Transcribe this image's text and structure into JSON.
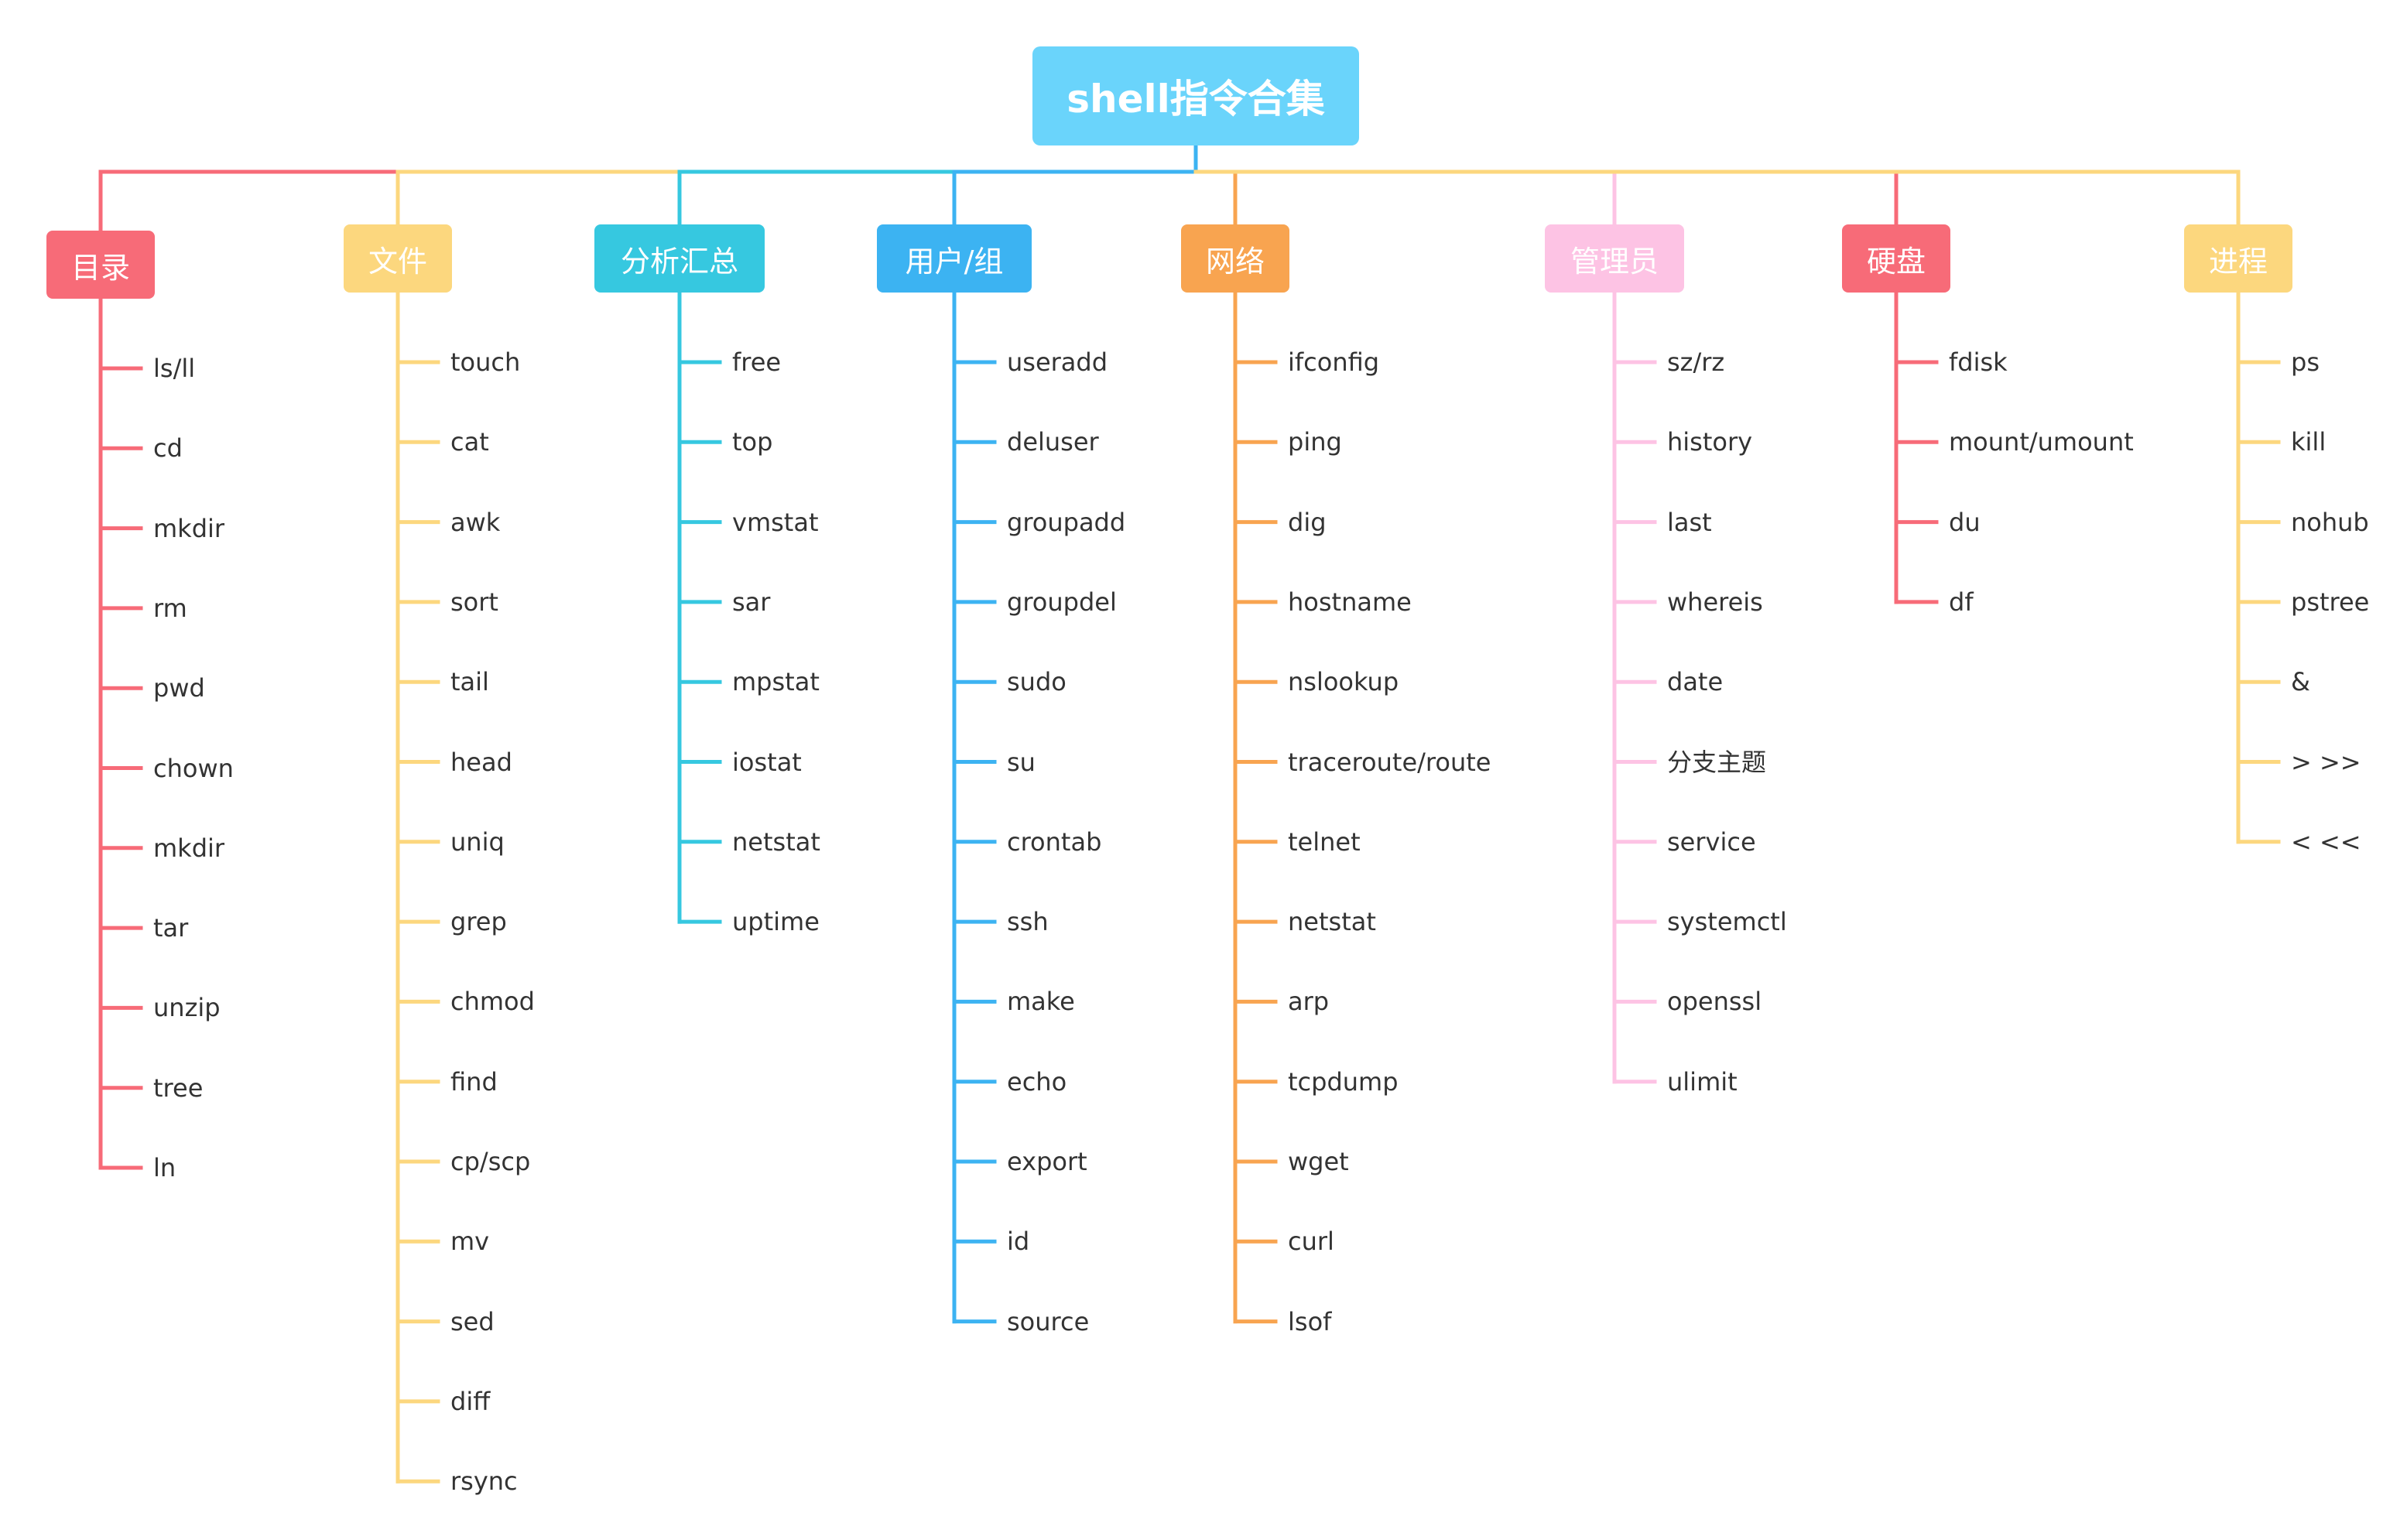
{
  "root": {
    "title": "shell指令合集",
    "color": "#6ad4fb"
  },
  "categories": [
    {
      "title": "目录",
      "color": "#f76b78",
      "items": [
        "ls/ll",
        "cd",
        "mkdir",
        "rm",
        "pwd",
        "chown",
        "mkdir",
        "tar",
        "unzip",
        "tree",
        "ln"
      ]
    },
    {
      "title": "文件",
      "color": "#fcd77e",
      "items": [
        "touch",
        "cat",
        "awk",
        "sort",
        "tail",
        "head",
        "uniq",
        "grep",
        "chmod",
        "find",
        "cp/scp",
        "mv",
        "sed",
        "diff",
        "rsync"
      ]
    },
    {
      "title": "分析汇总",
      "color": "#36c8e0",
      "items": [
        "free",
        "top",
        "vmstat",
        "sar",
        "mpstat",
        "iostat",
        "netstat",
        "uptime"
      ]
    },
    {
      "title": "用户/组",
      "color": "#3cb3f2",
      "items": [
        "useradd",
        "deluser",
        "groupadd",
        "groupdel",
        "sudo",
        "su",
        "crontab",
        "ssh",
        "make",
        "echo",
        "export",
        "id",
        "source"
      ]
    },
    {
      "title": "网络",
      "color": "#f8a450",
      "items": [
        "ifconfig",
        "ping",
        "dig",
        "hostname",
        "nslookup",
        "traceroute/route",
        "telnet",
        "netstat",
        "arp",
        "tcpdump",
        "wget",
        "curl",
        "lsof"
      ]
    },
    {
      "title": "管理员",
      "color": "#fdc3e4",
      "items": [
        "sz/rz",
        "history",
        "last",
        "whereis",
        "date",
        "分支主题",
        "service",
        "systemctl",
        "openssl",
        "ulimit"
      ]
    },
    {
      "title": "硬盘",
      "color": "#f76b78",
      "items": [
        "fdisk",
        "mount/umount",
        "du",
        "df"
      ]
    },
    {
      "title": "进程",
      "color": "#fcd77e",
      "items": [
        "ps",
        "kill",
        "nohub",
        "pstree",
        "&",
        "> >>",
        "< <<"
      ]
    }
  ]
}
